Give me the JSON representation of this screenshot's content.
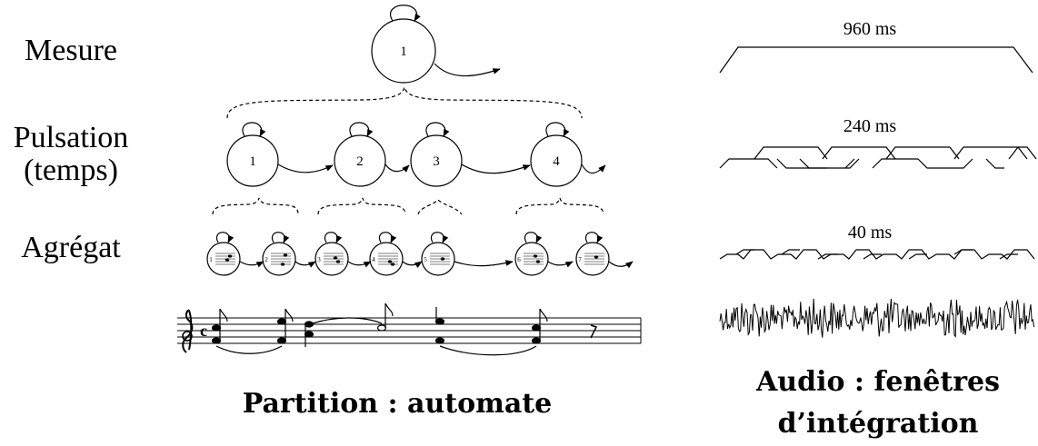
{
  "levels": {
    "mesure": "Mesure",
    "pulsation_1": "Pulsation",
    "pulsation_2": "(temps)",
    "agregat": "Agrégat"
  },
  "mesure_states": [
    "1"
  ],
  "pulsation_states": [
    "1",
    "2",
    "3",
    "4"
  ],
  "agregat_states": [
    "1",
    "2",
    "3",
    "4",
    "5",
    "6",
    "7"
  ],
  "windows": {
    "w960": "960 ms",
    "w240": "240 ms",
    "w40": "40 ms"
  },
  "captions": {
    "left": "Partition : automate",
    "right_1": "Audio : fenêtres",
    "right_2": "d’intégration"
  }
}
